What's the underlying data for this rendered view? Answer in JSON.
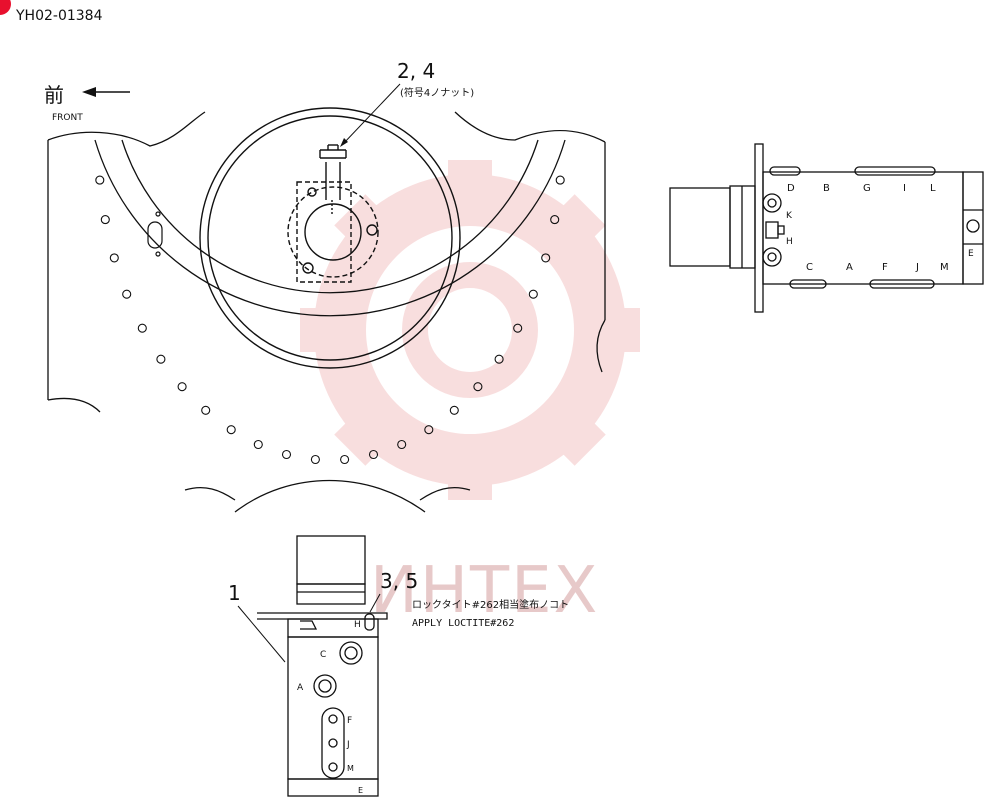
{
  "doc_code": "YH02-01384",
  "direction": {
    "kanji": "前",
    "label": "FRONT"
  },
  "callouts": {
    "top_ref": "2, 4",
    "top_note": "(符号4ノナット)",
    "part_ref": "1",
    "bottom_ref": "3, 5",
    "bottom_note_jp": "ロックタイト#262相当塗布ノコト",
    "bottom_note_en": "APPLY LOCTITE#262"
  },
  "side_ports": {
    "top_row": [
      "D",
      "B",
      "G",
      "I",
      "L"
    ],
    "bottom_row": [
      "C",
      "A",
      "F",
      "J",
      "M"
    ],
    "left": [
      "K",
      "H"
    ],
    "end": "E"
  },
  "front_ports": {
    "h": "H",
    "c": "C",
    "a": "A",
    "f": "F",
    "j": "J",
    "m": "M",
    "e": "E"
  },
  "watermark": {
    "text": "ИНТЕХ",
    "color": "#f2b6b6"
  },
  "colors": {
    "line": "#111111",
    "badge": "#e8102e"
  }
}
